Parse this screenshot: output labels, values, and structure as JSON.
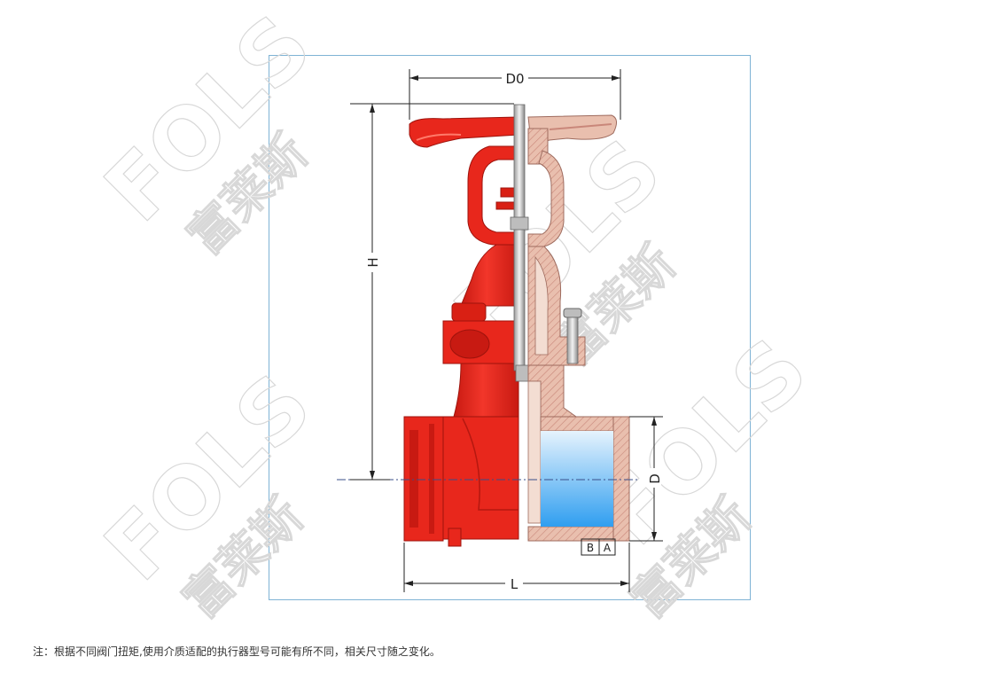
{
  "dimensions": {
    "d0": "D0",
    "h": "H",
    "d": "D",
    "l": "L",
    "b": "B",
    "a": "A"
  },
  "watermark": {
    "brand": "FOLS",
    "name": "富莱斯"
  },
  "footnote": "注：根据不同阀门扭矩,使用介质适配的执行器型号可能有所不同，相关尺寸随之变化。",
  "colors": {
    "body_red": "#e8271c",
    "body_red_dark": "#b51810",
    "section_pink": "#e9bfae",
    "section_hatch": "#c9877a",
    "water_blue": "#2f9ef0",
    "frame_blue": "#7fb3d5"
  }
}
